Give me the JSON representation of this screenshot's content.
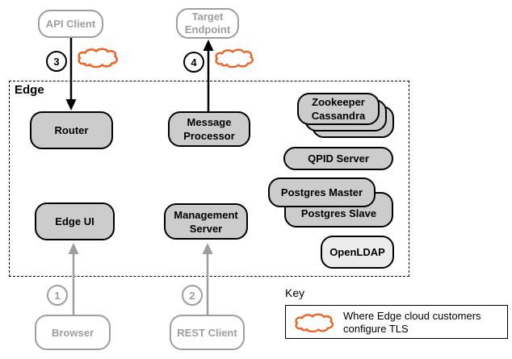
{
  "colors": {
    "tls_cloud_orange": "#ee6224",
    "component_fill": "#cccccc",
    "openldap_fill": "#ececec",
    "external_gray": "#9e9e9e",
    "border_black": "#000000"
  },
  "edge_zone": {
    "label": "Edge"
  },
  "external": {
    "api_client": "API Client",
    "target_endpoint": "Target Endpoint",
    "browser": "Browser",
    "rest_client": "REST Client"
  },
  "components": {
    "router": "Router",
    "message_processor": "Message Processor",
    "zookeeper": "Zookeeper",
    "cassandra": "Cassandra",
    "qpid_server": "QPID Server",
    "postgres_master": "Postgres Master",
    "postgres_slave": "Postgres Slave",
    "openldap": "OpenLDAP",
    "edge_ui": "Edge UI",
    "management_server": "Management Server"
  },
  "steps": {
    "step1": "1",
    "step2": "2",
    "step3": "3",
    "step4": "4"
  },
  "key": {
    "title": "Key",
    "description": "Where Edge cloud customers configure TLS"
  }
}
